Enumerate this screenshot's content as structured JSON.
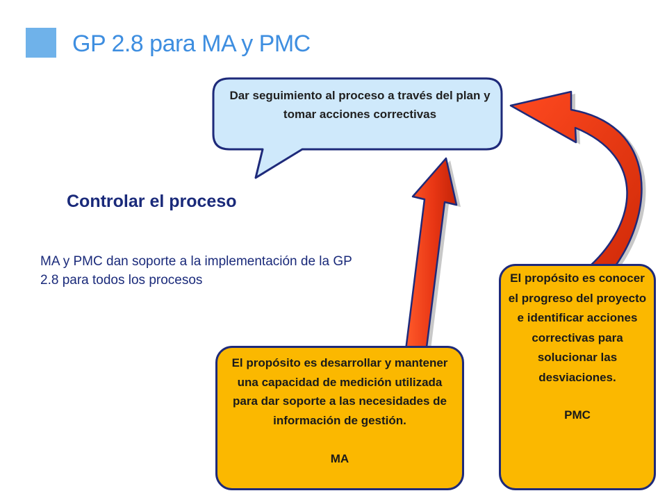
{
  "title": "GP 2.8 para MA y PMC",
  "heading": "Controlar el proceso",
  "description": "MA y PMC dan soporte a la implementación de la GP 2.8 para todos los procesos",
  "callout": {
    "text": "Dar seguimiento al proceso a través del plan y tomar acciones correctivas"
  },
  "box_ma": {
    "text": "El propósito es desarrollar y mantener una capacidad de medición utilizada para dar soporte a las necesidades de información de gestión.",
    "label": "MA"
  },
  "box_pmc": {
    "text": "El propósito es conocer el progreso del proyecto e identificar acciones correctivas para solucionar las desviaciones.",
    "label": "PMC"
  },
  "colors": {
    "title": "#3e8ee0",
    "heading": "#1a2a7a",
    "callout_fill": "#cfe9fb",
    "box_fill": "#fbb800",
    "border": "#1e2a7a",
    "arrow": "#ee3a16"
  }
}
